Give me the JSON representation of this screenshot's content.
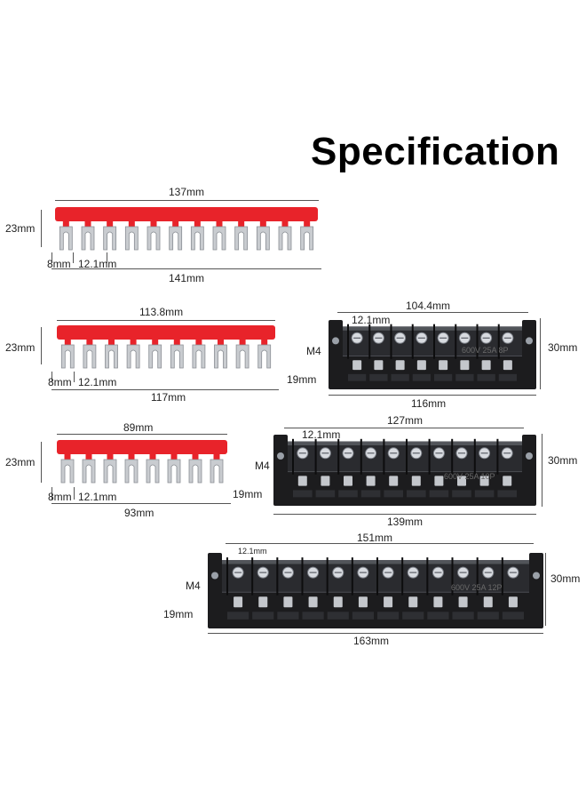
{
  "title": "Specification",
  "jumpers": [
    {
      "top_length": "137mm",
      "height": "23mm",
      "pin_width": "8mm",
      "pitch": "12.1mm",
      "total_length": "141mm",
      "prongs": 12,
      "color": "#e8232a"
    },
    {
      "top_length": "113.8mm",
      "height": "23mm",
      "pin_width": "8mm",
      "pitch": "12.1mm",
      "total_length": "117mm",
      "prongs": 10,
      "color": "#e8232a"
    },
    {
      "top_length": "89mm",
      "height": "23mm",
      "pin_width": "8mm",
      "pitch": "12.1mm",
      "total_length": "93mm",
      "prongs": 8,
      "color": "#e8232a"
    }
  ],
  "terminal_blocks": [
    {
      "inner_length": "104.4mm",
      "pitch": "12.1mm",
      "screw": "M4",
      "height": "30mm",
      "base_height": "19mm",
      "total_length": "116mm",
      "positions": 8,
      "rating": "600V 25A 8P"
    },
    {
      "inner_length": "127mm",
      "pitch": "12.1mm",
      "screw": "M4",
      "height": "30mm",
      "base_height": "19mm",
      "total_length": "139mm",
      "positions": 10,
      "rating": "600V 25A 10P"
    },
    {
      "inner_length": "151mm",
      "pitch": "12.1mm",
      "screw": "M4",
      "height": "30mm",
      "base_height": "19mm",
      "total_length": "163mm",
      "positions": 12,
      "rating": "600V 25A 12P"
    }
  ]
}
